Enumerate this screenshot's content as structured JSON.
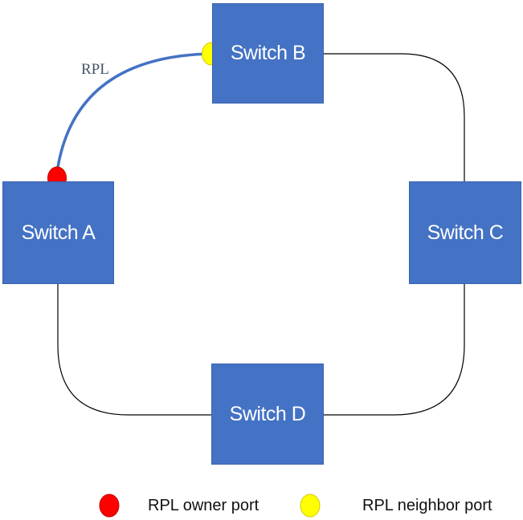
{
  "switches": {
    "a": "Switch A",
    "b": "Switch B",
    "c": "Switch C",
    "d": "Switch D"
  },
  "rpl_link": {
    "label": "RPL",
    "color": "#4472c4"
  },
  "ring_link_color": "#000000",
  "switch_color": "#4472c4",
  "ports": {
    "owner_color": "#ff0000",
    "neighbor_color": "#ffff00"
  },
  "legend": {
    "owner_label": "RPL owner port",
    "neighbor_label": "RPL neighbor port"
  }
}
